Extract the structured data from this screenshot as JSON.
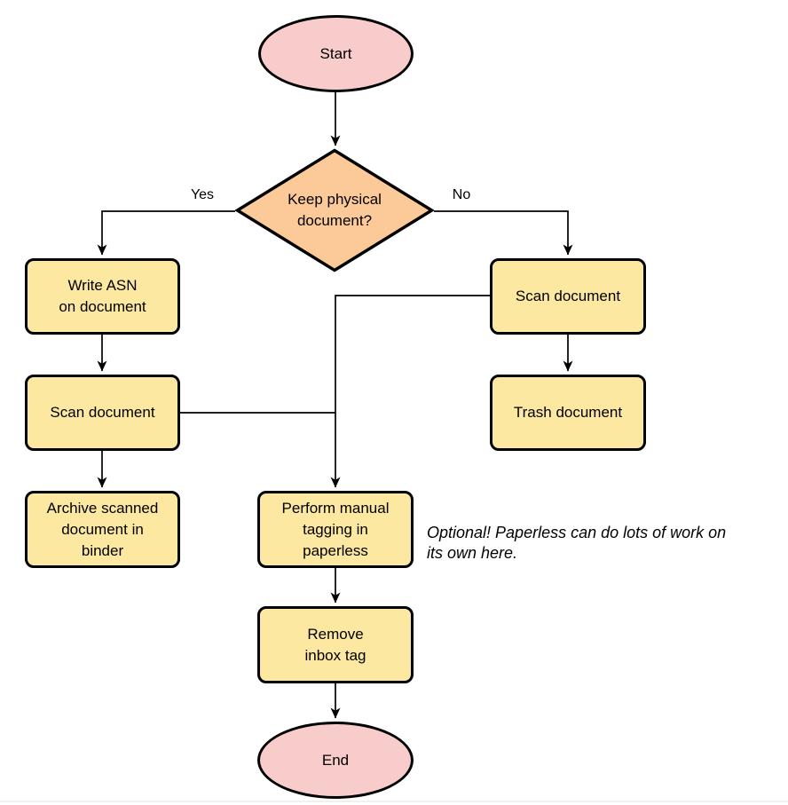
{
  "diagram": {
    "nodes": {
      "start": {
        "label": "Start",
        "type": "terminator"
      },
      "decision": {
        "label": "Keep physical\ndocument?",
        "type": "decision"
      },
      "write_asn": {
        "label": "Write ASN\non document",
        "type": "process"
      },
      "scan_left": {
        "label": "Scan document",
        "type": "process"
      },
      "archive": {
        "label": "Archive scanned\ndocument in\nbinder",
        "type": "process"
      },
      "scan_right": {
        "label": "Scan document",
        "type": "process"
      },
      "trash": {
        "label": "Trash document",
        "type": "process"
      },
      "tagging": {
        "label": "Perform manual\ntagging in\npaperless",
        "type": "process"
      },
      "remove_inbox": {
        "label": "Remove\ninbox tag",
        "type": "process"
      },
      "end": {
        "label": "End",
        "type": "terminator"
      }
    },
    "edge_labels": {
      "yes": "Yes",
      "no": "No"
    },
    "annotation": "Optional! Paperless can do lots of work on\nits own here.",
    "colors": {
      "terminator_fill": "#f8cccb",
      "decision_fill": "#fcca99",
      "process_fill": "#fce8a1",
      "stroke": "#000000",
      "background": "#ffffff"
    }
  }
}
